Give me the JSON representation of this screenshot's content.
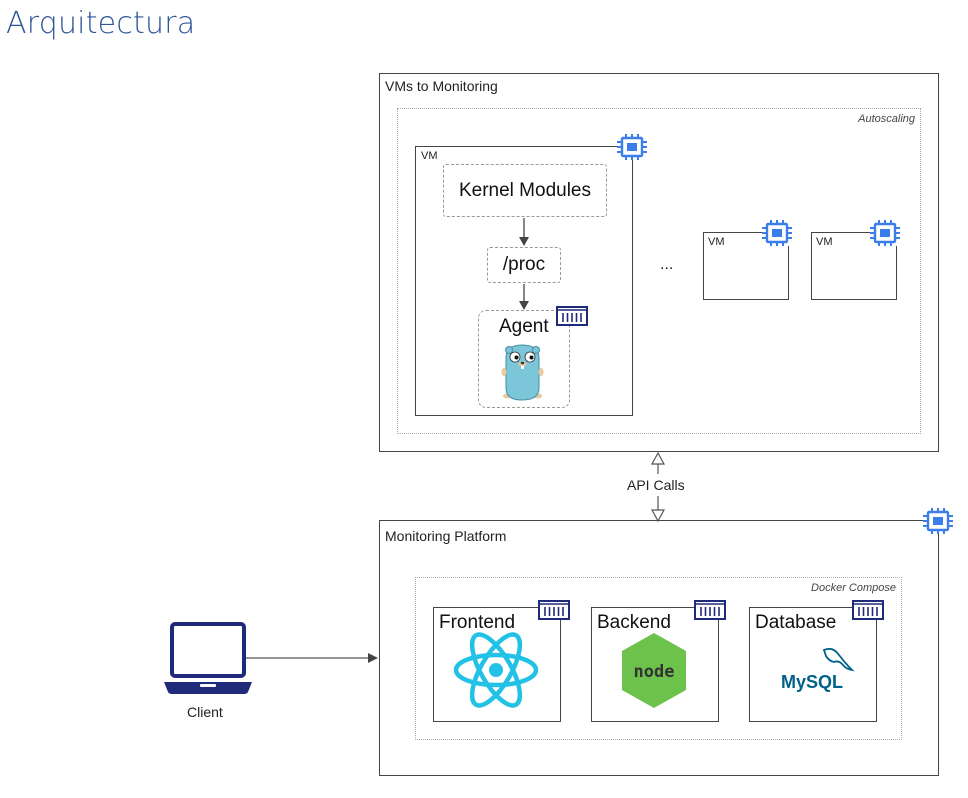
{
  "page": {
    "title": "Arquitectura"
  },
  "vms_group": {
    "label": "VMs to Monitoring",
    "autoscaling_label": "Autoscaling",
    "main_vm": {
      "label": "VM",
      "kernel_modules": "Kernel Modules",
      "proc": "/proc",
      "agent": "Agent"
    },
    "ellipsis": "...",
    "extra_vms": [
      "VM",
      "VM"
    ]
  },
  "connection": {
    "label": "API Calls"
  },
  "platform": {
    "label": "Monitoring Platform",
    "docker_compose_label": "Docker Compose",
    "services": [
      {
        "name": "Frontend",
        "icon": "react-icon"
      },
      {
        "name": "Backend",
        "icon": "nodejs-icon",
        "logo_text": "node"
      },
      {
        "name": "Database",
        "icon": "mysql-icon",
        "logo_text": "MySQL"
      }
    ]
  },
  "client": {
    "label": "Client"
  },
  "colors": {
    "title": "#2f5597",
    "chip_icon": "#3b7de9",
    "container_icon": "#1f2a7a",
    "react": "#22c1e6",
    "node": "#6cc24a",
    "mysql_blue": "#00618a",
    "mysql_orange": "#e48e00",
    "gopher": "#7bc6d9"
  }
}
